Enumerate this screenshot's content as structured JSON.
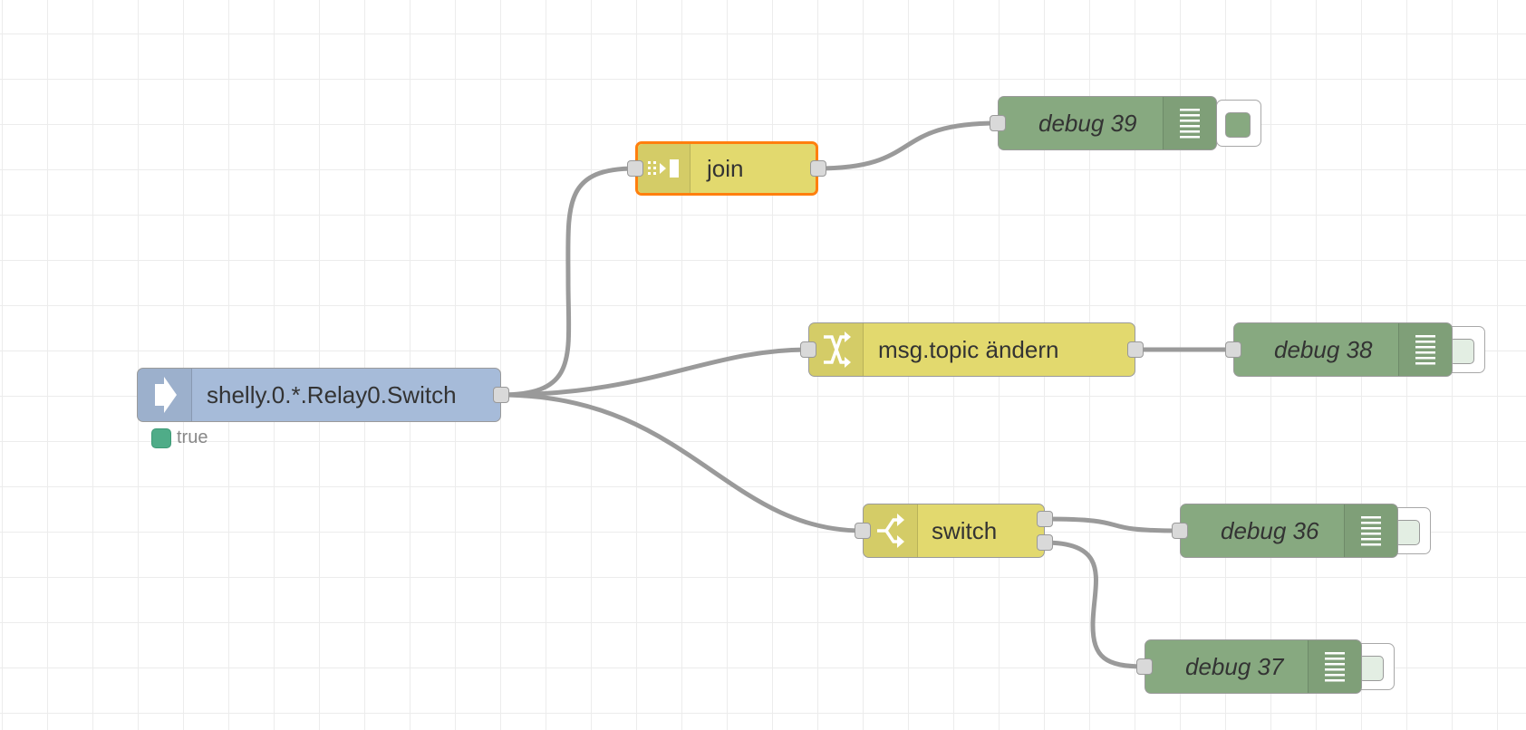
{
  "colors": {
    "input_node": "#a6bbd9",
    "function_node": "#e2d96e",
    "debug_node": "#87a980",
    "selected_border": "#ff7f0e",
    "wire": "#9a9a9a",
    "status_connected": "#4fac88"
  },
  "nodes": {
    "iobroker_in": {
      "label": "shelly.0.*.Relay0.Switch",
      "icon": "arrow-in-icon",
      "status": "true"
    },
    "join": {
      "label": "join",
      "icon": "join-icon",
      "selected": true
    },
    "change": {
      "label": "msg.topic ändern",
      "icon": "shuffle-icon"
    },
    "switch": {
      "label": "switch",
      "icon": "switch-branch-icon"
    },
    "debug39": {
      "label": "debug 39",
      "icon": "debug-list-icon",
      "active": true
    },
    "debug38": {
      "label": "debug 38",
      "icon": "debug-list-icon",
      "active": false
    },
    "debug36": {
      "label": "debug 36",
      "icon": "debug-list-icon",
      "active": false
    },
    "debug37": {
      "label": "debug 37",
      "icon": "debug-list-icon",
      "active": false
    }
  }
}
